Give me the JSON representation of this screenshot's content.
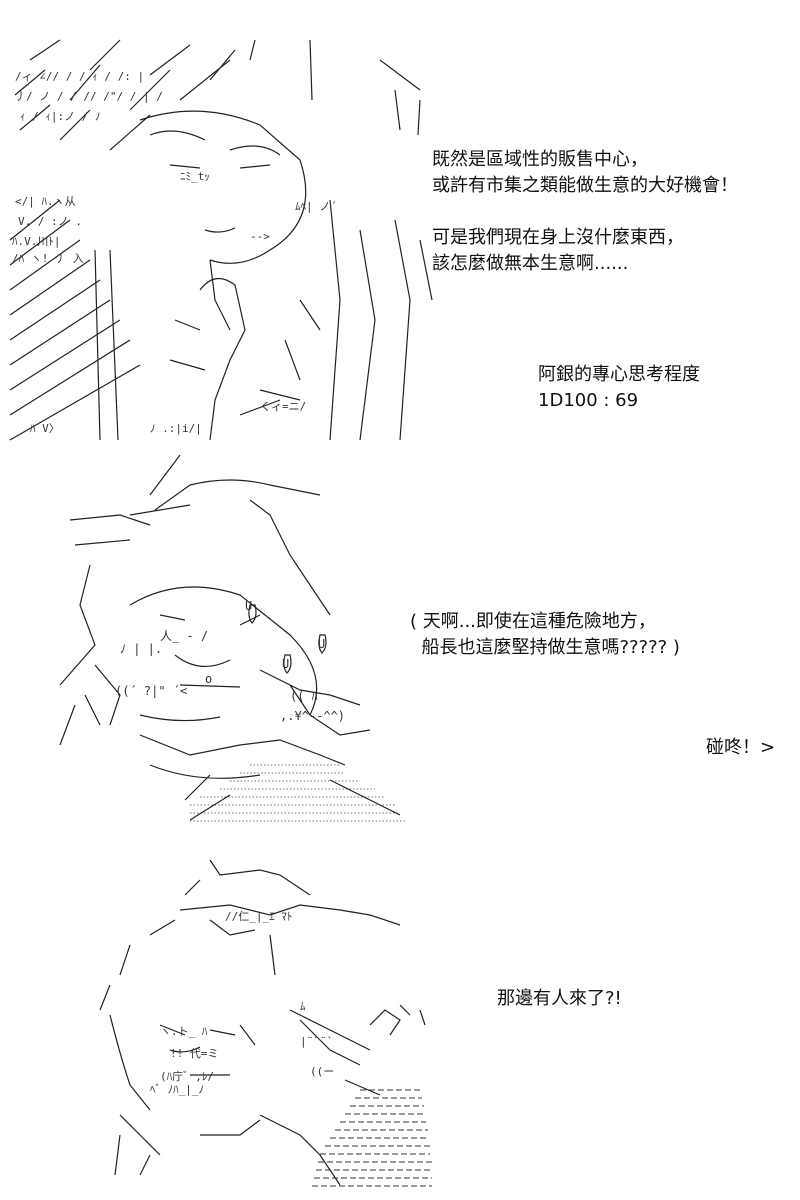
{
  "panel1": {
    "dialogue_line1": "既然是區域性的販售中心，",
    "dialogue_line2": "或許有市集之類能做生意的大好機會！",
    "dialogue_line3": "可是我們現在身上沒什麼東西，",
    "dialogue_line4": "該怎麼做無本生意啊......",
    "roll_label": "阿銀的專心思考程度",
    "roll_result": "1D100 : 69"
  },
  "panel2": {
    "thought_line1": "( 天啊...即使在這種危險地方，",
    "thought_line2": "  船長也這麼堅持做生意嗎????? )",
    "sfx": "碰咚！>"
  },
  "panel3": {
    "dialogue": "那邊有人來了?!"
  }
}
